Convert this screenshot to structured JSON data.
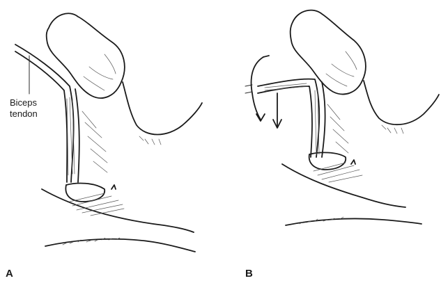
{
  "panels": [
    {
      "letter": "A"
    },
    {
      "letter": "B"
    }
  ],
  "labels": {
    "tendon_line1": "Biceps",
    "tendon_line2": "tendon"
  }
}
